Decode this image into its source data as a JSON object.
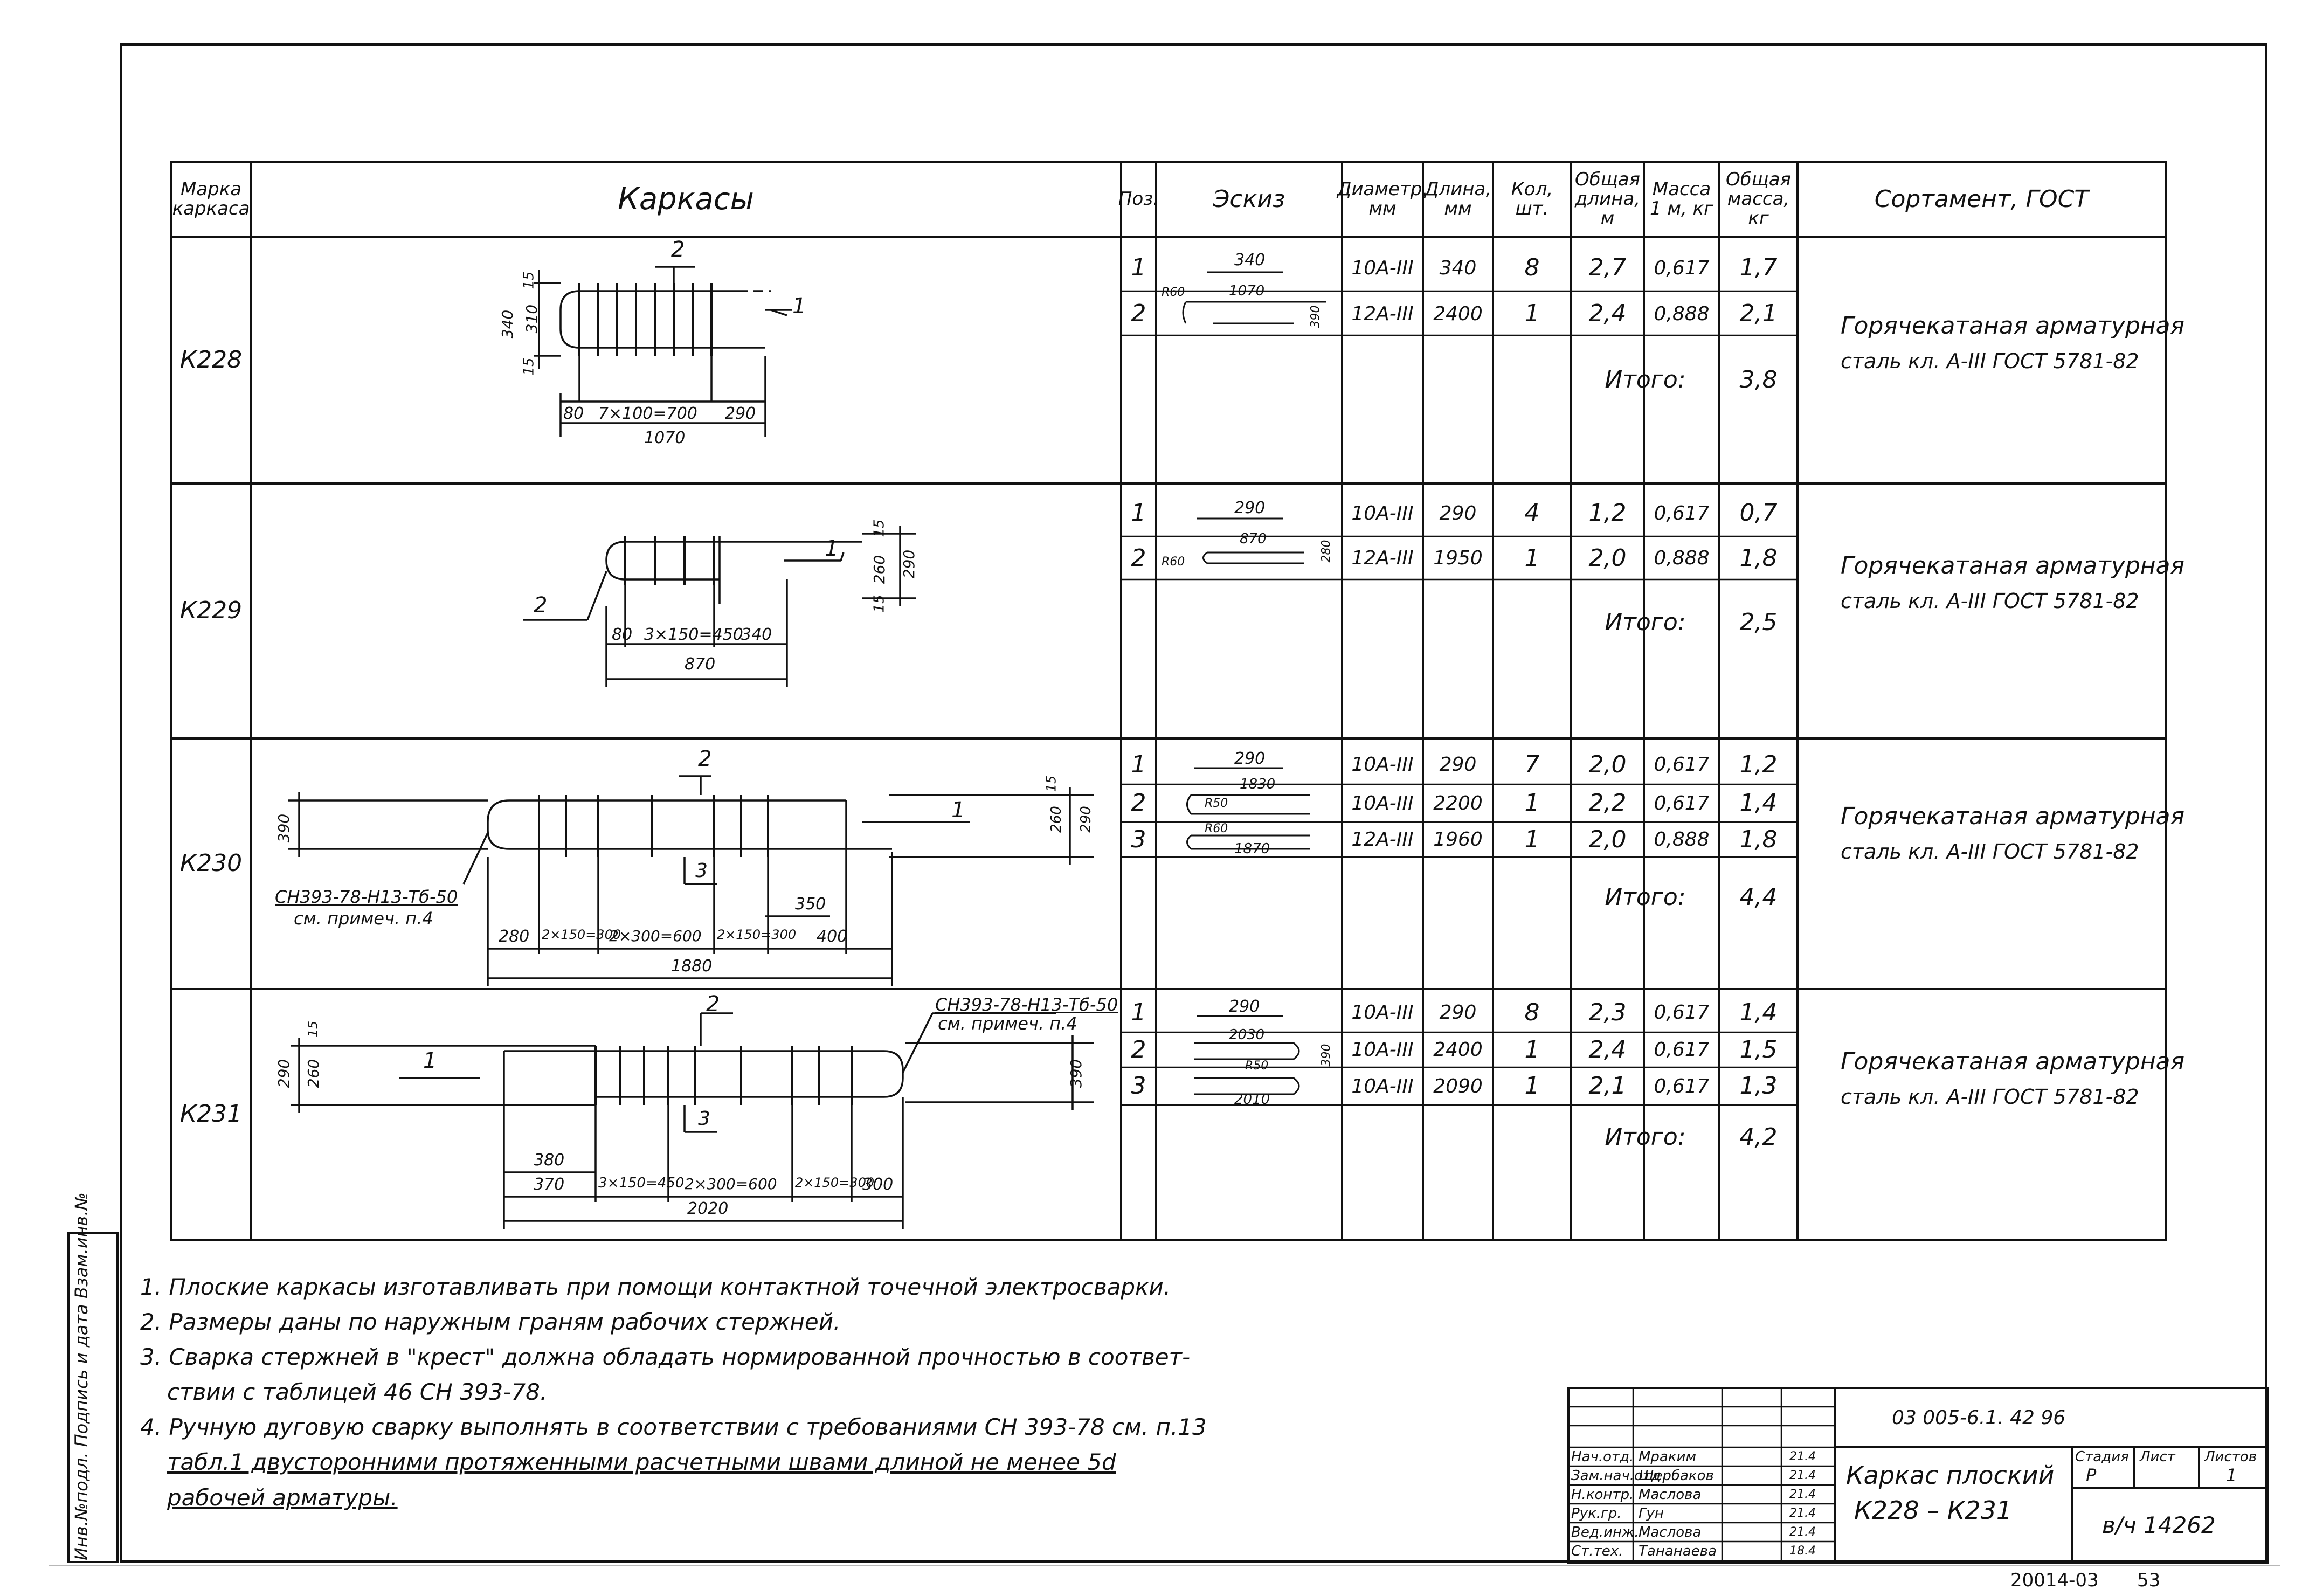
{
  "table": {
    "headers": {
      "mark": "Марка каркаса",
      "frames": "Каркасы",
      "pos": "Поз.",
      "sketch": "Эскиз",
      "diameter": "Диаметр, мм",
      "length": "Длина, мм",
      "qty": "Кол, шт.",
      "total_length": "Общая длина, м",
      "mass_per_m": "Масса 1 м, кг",
      "total_mass": "Общая масса, кг",
      "assortment": "Сортамент, ГОСТ"
    },
    "groups": [
      {
        "mark": "К228",
        "rows": [
          {
            "pos": "1",
            "diameter": "10А-III",
            "length": "340",
            "qty": "8",
            "total_length": "2,7",
            "mass_per_m": "0,617",
            "total_mass": "1,7"
          },
          {
            "pos": "2",
            "diameter": "12А-III",
            "length": "2400",
            "qty": "1",
            "total_length": "2,4",
            "mass_per_m": "0,888",
            "total_mass": "2,1"
          }
        ],
        "total_label": "Итого:",
        "total": "3,8",
        "assortment_line1": "Горячекатаная арматурная",
        "assortment_line2": "сталь кл. А-III ГОСТ 5781-82",
        "dims": {
          "a": "340",
          "b": "310",
          "c": "15",
          "d": "15",
          "e": "80",
          "f": "7×100=700",
          "g": "290",
          "h": "1070",
          "leader1": "1",
          "leader2": "2"
        }
      },
      {
        "mark": "К229",
        "rows": [
          {
            "pos": "1",
            "diameter": "10А-III",
            "length": "290",
            "qty": "4",
            "total_length": "1,2",
            "mass_per_m": "0,617",
            "total_mass": "0,7"
          },
          {
            "pos": "2",
            "diameter": "12А-III",
            "length": "1950",
            "qty": "1",
            "total_length": "2,0",
            "mass_per_m": "0,888",
            "total_mass": "1,8"
          }
        ],
        "total_label": "Итого:",
        "total": "2,5",
        "assortment_line1": "Горячекатаная арматурная",
        "assortment_line2": "сталь кл. А-III ГОСТ 5781-82",
        "dims": {
          "a": "290",
          "b": "260",
          "c": "15",
          "d": "15",
          "e": "80",
          "f": "3×150=450",
          "g": "340",
          "h": "870",
          "leader1": "1",
          "leader2": "2"
        }
      },
      {
        "mark": "К230",
        "rows": [
          {
            "pos": "1",
            "diameter": "10А-III",
            "length": "290",
            "qty": "7",
            "total_length": "2,0",
            "mass_per_m": "0,617",
            "total_mass": "1,2"
          },
          {
            "pos": "2",
            "diameter": "10А-III",
            "length": "2200",
            "qty": "1",
            "total_length": "2,2",
            "mass_per_m": "0,617",
            "total_mass": "1,4"
          },
          {
            "pos": "3",
            "diameter": "12А-III",
            "length": "1960",
            "qty": "1",
            "total_length": "2,0",
            "mass_per_m": "0,888",
            "total_mass": "1,8"
          }
        ],
        "total_label": "Итого:",
        "total": "4,4",
        "assortment_line1": "Горячекатаная арматурная",
        "assortment_line2": "сталь кл. А-III ГОСТ 5781-82",
        "weld_note1": "СН393-78-Н13-Тб-50",
        "weld_note2": "см. примеч. п.4",
        "dims": {
          "a": "390",
          "b": "260",
          "c": "290",
          "d": "15",
          "e": "280",
          "f": "2×150=300",
          "g": "2×300=600",
          "h": "2×150=300",
          "i": "400",
          "j": "350",
          "k": "1880",
          "leader1": "1",
          "leader2": "2",
          "leader3": "3"
        }
      },
      {
        "mark": "К231",
        "rows": [
          {
            "pos": "1",
            "diameter": "10А-III",
            "length": "290",
            "qty": "8",
            "total_length": "2,3",
            "mass_per_m": "0,617",
            "total_mass": "1,4"
          },
          {
            "pos": "2",
            "diameter": "10А-III",
            "length": "2400",
            "qty": "1",
            "total_length": "2,4",
            "mass_per_m": "0,617",
            "total_mass": "1,5"
          },
          {
            "pos": "3",
            "diameter": "10А-III",
            "length": "2090",
            "qty": "1",
            "total_length": "2,1",
            "mass_per_m": "0,617",
            "total_mass": "1,3"
          }
        ],
        "total_label": "Итого:",
        "total": "4,2",
        "assortment_line1": "Горячекатаная арматурная",
        "assortment_line2": "сталь кл. А-III ГОСТ 5781-82",
        "weld_note1": "СН393-78-Н13-Тб-50",
        "weld_note2": "см. примеч. п.4",
        "dims": {
          "a": "290",
          "b": "260",
          "c": "15",
          "d": "390",
          "e": "380",
          "f": "370",
          "g": "3×150=450",
          "h": "2×300=600",
          "i": "2×150=300",
          "j": "300",
          "k": "2020",
          "leader1": "1",
          "leader2": "2",
          "leader3": "3"
        }
      }
    ],
    "sketch_labels": {
      "k228": {
        "l1": "340",
        "l2": "1070",
        "r": "R60",
        "h": "390"
      },
      "k229": {
        "l1": "290",
        "l2": "870",
        "r": "R60",
        "h": "280"
      },
      "k230": {
        "l1": "290",
        "l2": "1830",
        "r1": "R50",
        "l3": "1870",
        "r2": "R60"
      },
      "k231": {
        "l1": "290",
        "l2": "2030",
        "r1": "R50",
        "l3": "2010",
        "h": "390"
      }
    }
  },
  "notes": [
    "1. Плоские каркасы изготавливать при помощи контактной точечной электросварки.",
    "2. Размеры даны по наружным граням рабочих стержней.",
    "3. Сварка стержней в \"крест\" должна обладать нормированной прочностью в соответ-",
    "ствии с таблицей 46 СН 393-78.",
    "4. Ручную дуговую сварку выполнять в соответствии с требованиями СН 393-78 см. п.13",
    "табл.1 двусторонними протяженными расчетными швами длиной не менее 5d",
    "рабочей арматуры."
  ],
  "title_block": {
    "doc_code": "03 005-6.1. 42 96",
    "title_line1": "Каркас плоский",
    "title_line2": "К228 – К231",
    "stage_label": "Стадия",
    "sheet_label": "Лист",
    "sheets_label": "Листов",
    "stage": "Р",
    "sheets": "1",
    "org": "в/ч 14262",
    "roles": [
      "Нач.отд.",
      "Зам.нач.отд",
      "Н.контр.",
      "Рук.гр.",
      "Вед.инж.",
      "Ст.тех."
    ],
    "names": [
      "Мраким",
      "Щербаков",
      "Маслова",
      "Гун",
      "Маслова",
      "Тананаева"
    ],
    "dates": [
      "21.4",
      "21.4",
      "21.4",
      "21.4",
      "21.4",
      "18.4"
    ],
    "footer_code": "20014-03",
    "page_no": "53"
  },
  "side_stamp": "Инв.№подл. Подпись и дата Взам.инв.№"
}
